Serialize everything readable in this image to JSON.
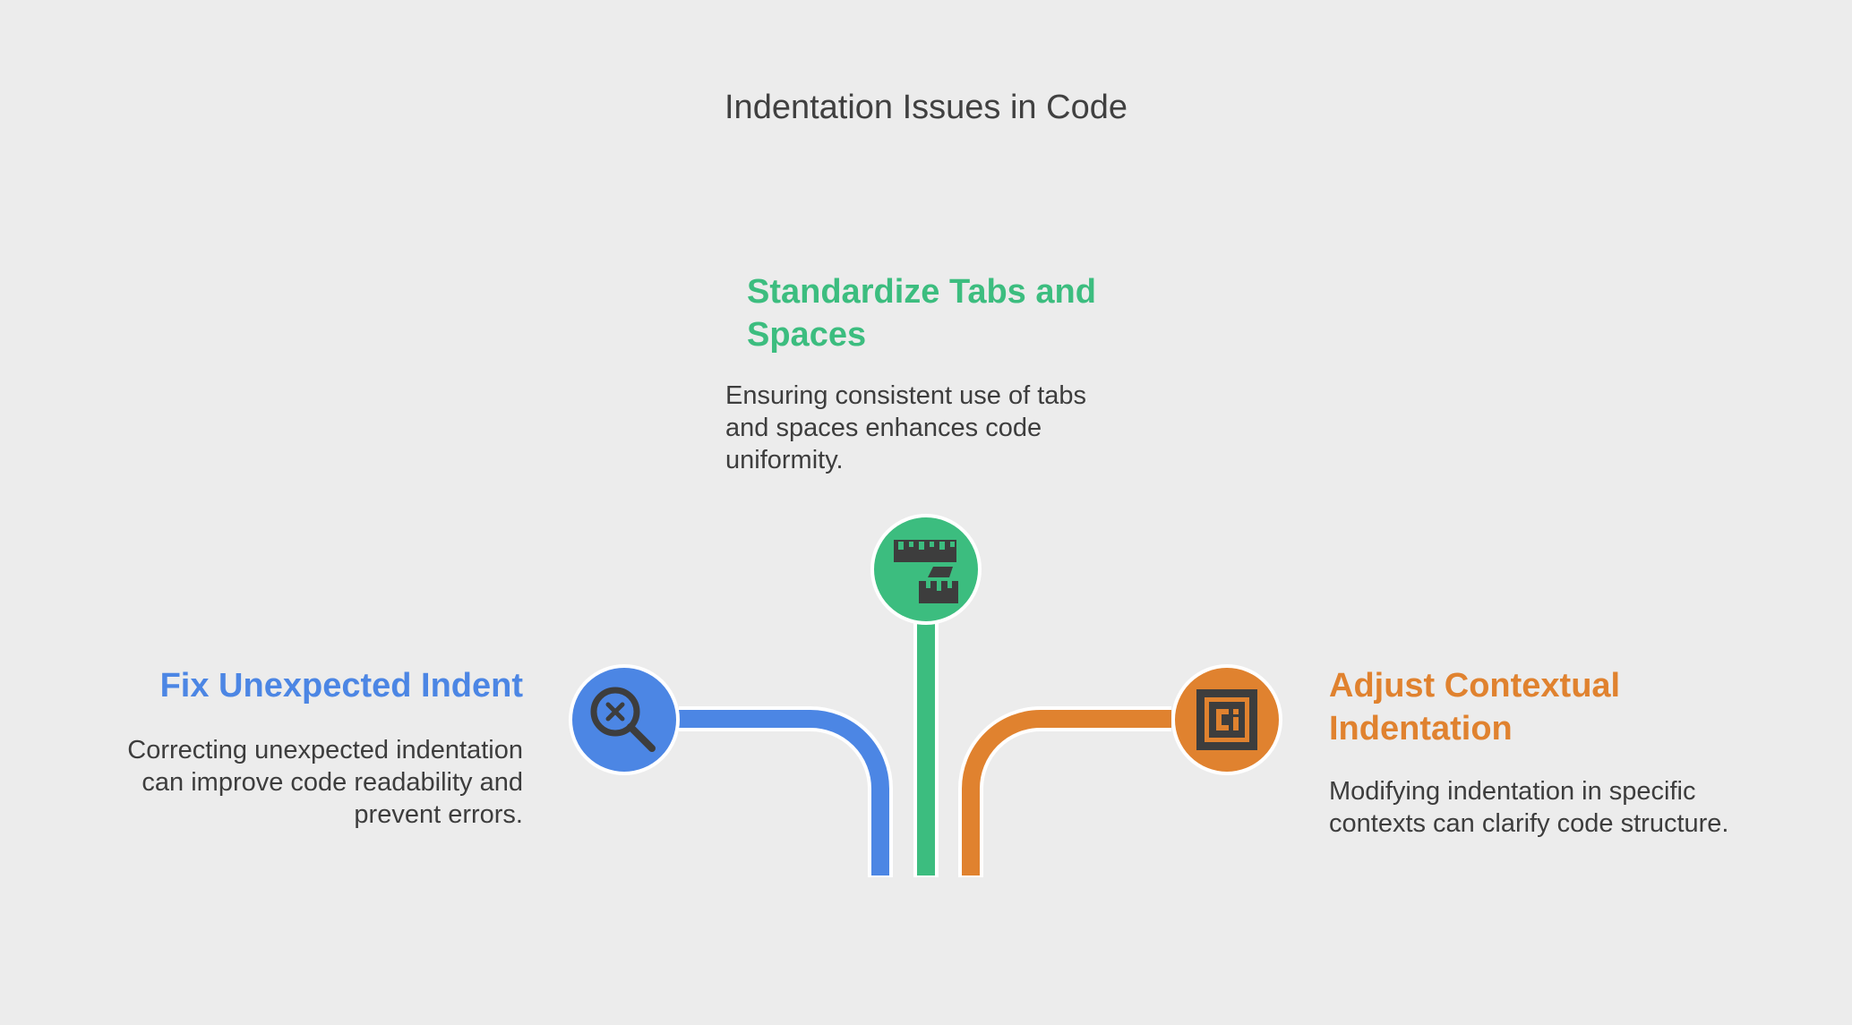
{
  "title": "Indentation Issues in Code",
  "colors": {
    "background": "#ececec",
    "blue": "#4c86e4",
    "green": "#3cbd7f",
    "orange": "#e0822f",
    "icon_dark": "#3d3d3d"
  },
  "items": [
    {
      "heading": "Fix Unexpected Indent",
      "description": "Correcting unexpected indentation can improve code readability and prevent errors.",
      "color": "#4c86e4",
      "icon": "magnifier-x-icon"
    },
    {
      "heading": "Standardize Tabs and Spaces",
      "description": "Ensuring consistent use of tabs and spaces enhances code uniformity.",
      "color": "#3cbd7f",
      "icon": "ruler-icon"
    },
    {
      "heading": "Adjust Contextual Indentation",
      "description": "Modifying indentation in specific contexts can clarify code structure.",
      "color": "#e0822f",
      "icon": "context-frame-icon"
    }
  ]
}
